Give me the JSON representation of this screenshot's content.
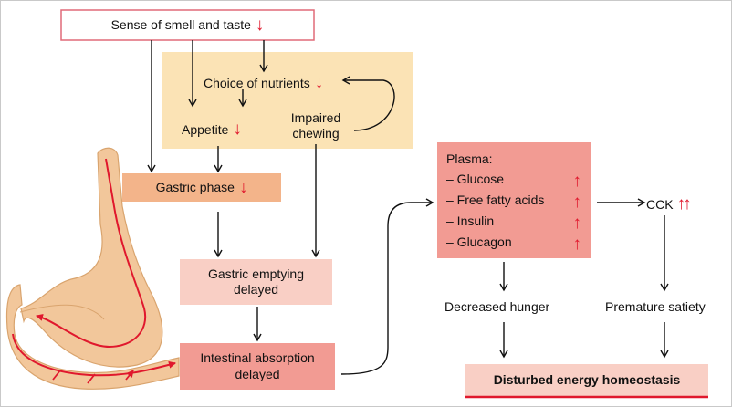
{
  "nodes": {
    "smell_taste": "Sense of smell and taste",
    "choice_nutrients": "Choice of nutrients",
    "appetite": "Appetite",
    "impaired_chewing": "Impaired chewing",
    "gastric_phase": "Gastric phase",
    "gastric_emptying": "Gastric emptying delayed",
    "intestinal_absorption": "Intestinal absorption delayed",
    "plasma_title": "Plasma:",
    "plasma_items": [
      "– Glucose",
      "– Free fatty acids",
      "– Insulin",
      "– Glucagon"
    ],
    "cck": "CCK",
    "decreased_hunger": "Decreased hunger",
    "premature_satiety": "Premature satiety",
    "disturbed_energy": "Disturbed energy homeostasis"
  },
  "colors": {
    "red_arrow": "#e0182d",
    "light_orange": "#fbe3b5",
    "orange": "#f3b48a",
    "light_pink": "#f9cfc5",
    "pink": "#f29b93",
    "stomach": "#f2c79b"
  }
}
